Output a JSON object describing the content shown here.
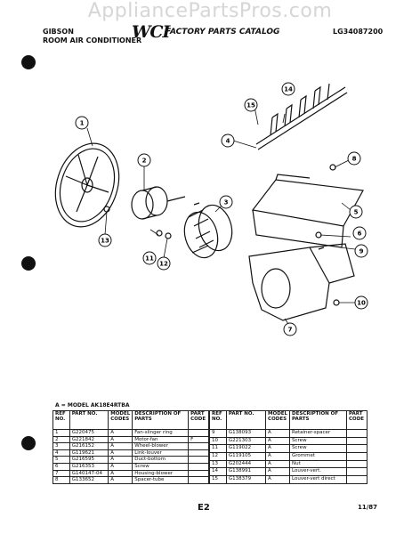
{
  "watermark": "AppliancePartsPros.com",
  "header": {
    "brand": "GIBSON",
    "product": "ROOM AIR CONDITIONER",
    "logo": "WCI",
    "catalog_title": "FACTORY PARTS CATALOG",
    "catalog_number": "LG34087200"
  },
  "callouts": [
    "1",
    "2",
    "3",
    "4",
    "5",
    "6",
    "7",
    "8",
    "9",
    "10",
    "11",
    "12",
    "13",
    "14",
    "15"
  ],
  "model_line": "A = MODEL AK18E4RTBA",
  "table_headers": {
    "ref": "REF NO.",
    "part": "PART NO.",
    "model": "MODEL CODES",
    "desc": "DESCRIPTION OF PARTS",
    "code": "PART CODE"
  },
  "left_rows": [
    {
      "ref": "1",
      "part": "G220475",
      "model": "A",
      "desc": "Fan-slinger ring",
      "code": ""
    },
    {
      "ref": "2",
      "part": "G221842",
      "model": "A",
      "desc": "Motor-fan",
      "code": "F"
    },
    {
      "ref": "3",
      "part": "G216152",
      "model": "A",
      "desc": "Wheel-blower",
      "code": ""
    },
    {
      "ref": "4",
      "part": "G119621",
      "model": "A",
      "desc": "Link-louver",
      "code": ""
    },
    {
      "ref": "5",
      "part": "G216595",
      "model": "A",
      "desc": "Duct-bottom",
      "code": ""
    },
    {
      "ref": "6",
      "part": "G216353",
      "model": "A",
      "desc": "Screw",
      "code": ""
    },
    {
      "ref": "7",
      "part": "G140147-04",
      "model": "A",
      "desc": "Housing-blower",
      "code": ""
    },
    {
      "ref": "8",
      "part": "G133652",
      "model": "A",
      "desc": "Spacer-tube",
      "code": ""
    }
  ],
  "right_rows": [
    {
      "ref": "9",
      "part": "G138093",
      "model": "A",
      "desc": "Retainer-spacer",
      "code": ""
    },
    {
      "ref": "10",
      "part": "G221303",
      "model": "A",
      "desc": "Screw",
      "code": ""
    },
    {
      "ref": "11",
      "part": "G119022",
      "model": "A",
      "desc": "Screw",
      "code": ""
    },
    {
      "ref": "12",
      "part": "G119105",
      "model": "A",
      "desc": "Grommet",
      "code": ""
    },
    {
      "ref": "13",
      "part": "G202444",
      "model": "A",
      "desc": "Nut",
      "code": ""
    },
    {
      "ref": "14",
      "part": "G138991",
      "model": "A",
      "desc": "Louver-vert.",
      "code": ""
    },
    {
      "ref": "15",
      "part": "G138379",
      "model": "A",
      "desc": "Louver-vert direct",
      "code": ""
    }
  ],
  "page_number": "E2",
  "date": "11/87"
}
